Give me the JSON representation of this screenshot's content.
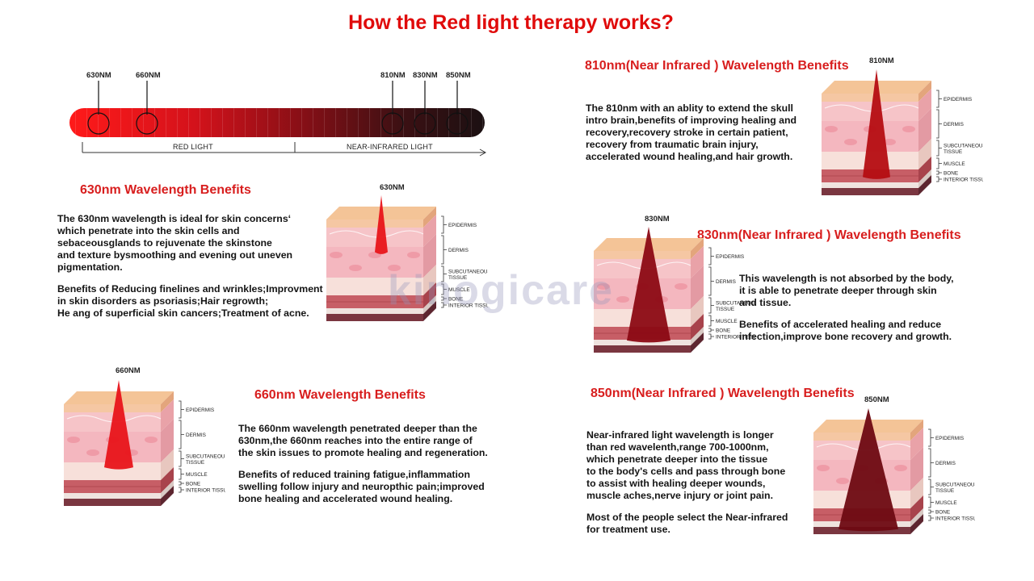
{
  "title": "How the Red light therapy works?",
  "watermark": "kinogicare",
  "spectrum": {
    "markers": [
      "630NM",
      "660NM",
      "810NM",
      "830NM",
      "850NM"
    ],
    "red_label": "RED LIGHT",
    "nir_label": "NEAR-INFRARED LIGHT"
  },
  "layers": {
    "epidermis": "EPIDERMIS",
    "dermis": "DERMIS",
    "subcutaneous_1": "SUBCUTANEOUS",
    "subcutaneous_2": "TISSUE",
    "muscle": "MUSCLE",
    "bone": "BONE",
    "interior": "INTERIOR TISSUES"
  },
  "sections": {
    "s630": {
      "heading": "630nm Wavelength Benefits",
      "label": "630NM",
      "lines1": [
        "The 630nm wavelength is ideal for skin concernsʻ",
        "which penetrate into the skin cells and",
        "sebaceousglands to rejuvenate the skinstone",
        "and texture bysmoothing and evening out uneven",
        "pigmentation."
      ],
      "lines2": [
        "Benefits of Reducing finelines and wrinkles;Improvment",
        "in skin disorders as psoriasis;Hair regrowth;",
        "He ang of superficial skin cancers;Treatment of acne."
      ]
    },
    "s660": {
      "heading": "660nm Wavelength Benefits",
      "label": "660NM",
      "lines1": [
        "The 660nm wavelength penetrated deeper than the",
        "630nm,the 660nm reaches into the entire range of",
        "the skin issues to promote healing and regeneration."
      ],
      "lines2": [
        "Benefits of reduced training fatigue,inflammation",
        "swelling follow injury and neuropthic pain;improved",
        "bone healing and accelerated wound healing."
      ]
    },
    "s810": {
      "heading": "810nm(Near Infrared ) Wavelength Benefits",
      "label": "810NM",
      "lines1": [
        "The 810nm with an ablity to extend the skull",
        "intro brain,benefits of improving healing and",
        "recovery,recovery stroke in certain patient,",
        "recovery from traumatic brain injury,",
        "accelerated wound healing,and hair growth."
      ]
    },
    "s830": {
      "heading": "830nm(Near Infrared ) Wavelength Benefits",
      "label": "830NM",
      "lines1": [
        "This wavelength is not absorbed by the body,",
        "it is able to penetrate deeper through skin",
        "and tissue."
      ],
      "lines2": [
        "Benefits of accelerated healing and reduce",
        "infection,improve bone recovery and growth."
      ]
    },
    "s850": {
      "heading": "850nm(Near Infrared ) Wavelength Benefits",
      "label": "850NM",
      "lines1": [
        "Near-infrared light wavelength is longer",
        "than red wavelenth,range 700-1000nm,",
        "which penetrate deeper into the tissue",
        "to the body's cells and pass through bone",
        "to assist with healing deeper wounds,",
        "muscle aches,nerve injury or joint pain."
      ],
      "lines2": [
        "Most of the people select the Near-infrared",
        "for treatment use."
      ]
    }
  }
}
